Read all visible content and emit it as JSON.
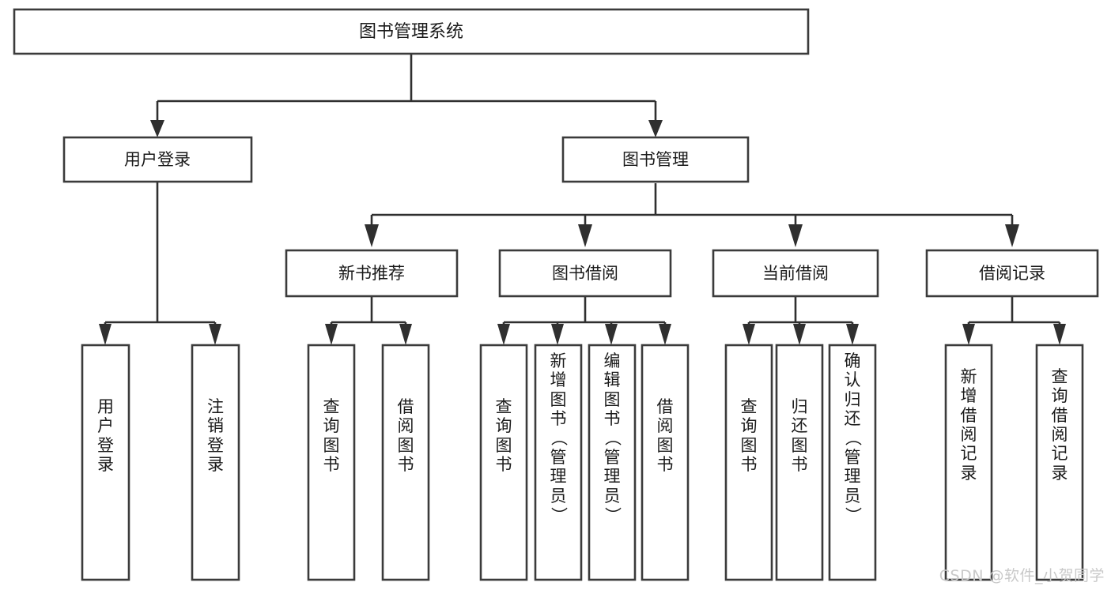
{
  "diagram": {
    "type": "tree",
    "title": "图书管理系统",
    "orientation": "top-down",
    "colors": {
      "background": "#ffffff",
      "box_fill": "#ffffff",
      "box_stroke": "#3b3b3b",
      "connector": "#2f2f2f",
      "text": "#1a1a1a",
      "watermark": "#c9c9c9"
    },
    "root": {
      "label": "图书管理系统"
    },
    "level2": [
      {
        "label": "用户登录"
      },
      {
        "label": "图书管理"
      }
    ],
    "level3": [
      {
        "label": "新书推荐"
      },
      {
        "label": "图书借阅"
      },
      {
        "label": "当前借阅"
      },
      {
        "label": "借阅记录"
      }
    ],
    "leaves": {
      "user_login": [
        {
          "label": "用户登录"
        },
        {
          "label": "注销登录"
        }
      ],
      "new_book_recommend": [
        {
          "label": "查询图书"
        },
        {
          "label": "借阅图书"
        }
      ],
      "book_borrow": [
        {
          "label": "查询图书"
        },
        {
          "label": "新增图书（管理员）"
        },
        {
          "label": "编辑图书（管理员）"
        },
        {
          "label": "借阅图书"
        }
      ],
      "current_borrow": [
        {
          "label": "查询图书"
        },
        {
          "label": "归还图书"
        },
        {
          "label": "确认归还（管理员）"
        }
      ],
      "borrow_record": [
        {
          "label": "新增借阅记录"
        },
        {
          "label": "查询借阅记录"
        }
      ]
    },
    "watermark": "CSDN @软件_小贺同学"
  }
}
